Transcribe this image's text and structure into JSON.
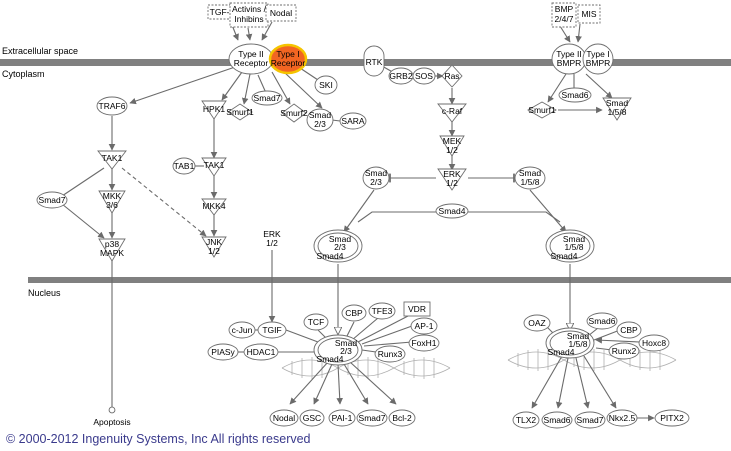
{
  "regions": {
    "extracellular": "Extracellular space",
    "cytoplasm": "Cytoplasm",
    "nucleus": "Nucleus"
  },
  "copyright": "© 2000-2012 Ingenuity Systems, Inc  All rights reserved",
  "colors": {
    "highlight_fill": "#f26522",
    "highlight_outline": "#f5c400",
    "membrane": "#808080",
    "copyright_text": "#3a3a8c"
  },
  "nodes": {
    "tgfb": "TGF-β",
    "activins": [
      "Activins /",
      "Inhibins"
    ],
    "nodal_ligand": "Nodal",
    "type2_receptor": [
      "Type II",
      "Receptor"
    ],
    "type1_receptor": [
      "Type I",
      "Receptor"
    ],
    "ski": "SKI",
    "smad7_cyto": "Smad7",
    "smurf1_cyto": "Smurf1",
    "smurf2": "Smurf2",
    "smad23_cyto": [
      "Smad",
      "2/3"
    ],
    "sara": "SARA",
    "hpk1": "HPK1",
    "traf6": "TRAF6",
    "tak1_left": "TAK1",
    "tab1": "TAB1",
    "tak1_mid": "TAK1",
    "mkk4": "MKK4",
    "jnk": [
      "JNK",
      "1/2"
    ],
    "smad7_left": "Smad7",
    "mkk36": [
      "MKK",
      "3/6"
    ],
    "p38": [
      "p38",
      "MAPK"
    ],
    "apoptosis": "Apoptosis",
    "rtk": "RTK",
    "grb2": "GRB2",
    "sos": "SOS",
    "ras": "Ras",
    "craf": "c-Raf",
    "mek": [
      "MEK",
      "1/2"
    ],
    "erk_cyto": [
      "ERK",
      "1/2"
    ],
    "smad23_mid": [
      "Smad",
      "2/3"
    ],
    "smad158_mid": [
      "Smad",
      "1/5/8"
    ],
    "smad4_mid": "Smad4",
    "complex23_smad": [
      "Smad",
      "2/3"
    ],
    "complex23_smad4": "Smad4",
    "complex158_smad": [
      "Smad",
      "1/5/8"
    ],
    "complex158_smad4": "Smad4",
    "erk_free": [
      "ERK",
      "1/2"
    ],
    "bmp": [
      "BMP",
      "2/4/7"
    ],
    "mis": "MIS",
    "type2_bmpr": [
      "Type II",
      "BMPR"
    ],
    "type1_bmpr": [
      "Type I",
      "BMPR"
    ],
    "smad6_cyto": "Smad6",
    "smurf1_right": "Smurf1",
    "smad158_cyto": [
      "Smad",
      "1/5/8"
    ],
    "cjun": "c-Jun",
    "tgif": "TGIF",
    "tcf": "TCF",
    "cbp_left": "CBP",
    "tfe3": "TFE3",
    "vdr": "VDR",
    "ap1": "AP-1",
    "foxh1": "FoxH1",
    "runx3": "Runx3",
    "piasy": "PIASy",
    "hdac1": "HDAC1",
    "nuc_smad23": [
      "Smad",
      "2/3"
    ],
    "nuc_smad4_left": "Smad4",
    "t_nodal": "Nodal",
    "t_gsc": "GSC",
    "t_pai1": "PAI-1",
    "t_smad7": "Smad7",
    "t_bcl2": "Bcl-2",
    "oaz": "OAZ",
    "smad6_nuc": "Smad6",
    "cbp_right": "CBP",
    "hoxc8": "Hoxc8",
    "runx2": "Runx2",
    "nuc_smad158": [
      "Smad",
      "1/5/8"
    ],
    "nuc_smad4_right": "Smad4",
    "t_tlx2": "TLX2",
    "t_smad6": "Smad6",
    "t_smad7r": "Smad7",
    "t_nkx25": "Nkx2.5",
    "t_pitx2": "PITX2"
  }
}
